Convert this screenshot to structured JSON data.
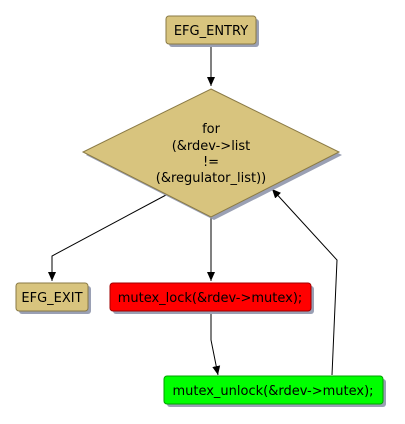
{
  "diagram": {
    "nodes": {
      "entry": {
        "label": "EFG_ENTRY",
        "fill": "#d8c47e"
      },
      "loop": {
        "lines": [
          "for",
          "(&rdev->list",
          "!=",
          "(&regulator_list))"
        ],
        "fill": "#d8c47e"
      },
      "exit": {
        "label": "EFG_EXIT",
        "fill": "#d8c47e"
      },
      "lock": {
        "label": "mutex_lock(&rdev->mutex);",
        "fill": "#ff0000"
      },
      "unlock": {
        "label": "mutex_unlock(&rdev->mutex);",
        "fill": "#00ff00"
      }
    },
    "colors": {
      "shadow": "#9aa0b4",
      "border": "#8a7a45",
      "edge": "#000000"
    }
  }
}
